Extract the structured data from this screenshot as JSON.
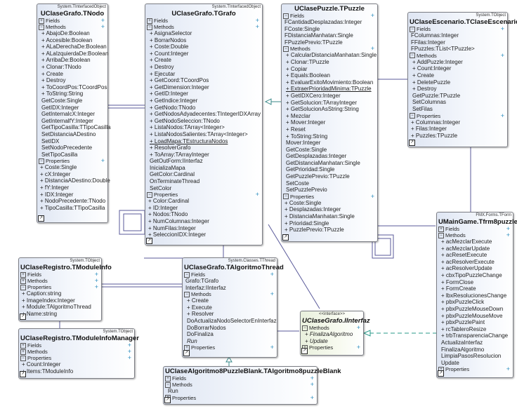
{
  "classes": {
    "tnodo": {
      "stereotype": "System.TInterfacedObject",
      "name": "UClaseGrafo.TNodo",
      "sections": {
        "fields": "Fields",
        "methods": "Methods",
        "properties": "Properties"
      },
      "methods_public": [
        "AbajoDe:Boolean",
        "Accesible:Boolean",
        "ALaDerechaDe:Boolean",
        "ALaIzquierdaDe:Boolean",
        "ArribaDe:Boolean",
        "Clonar:TNodo",
        "Create",
        "Destroy",
        "ToCoordPos:TCoordPos",
        "ToString:String"
      ],
      "methods_private": [
        "GetCoste:Single",
        "GetIDX:Integer",
        "GetInternalcX:Integer",
        "GetInternalfY:Integer",
        "GetTipoCasilla:TTipoCasilla",
        "SetDistanciaADestino",
        "SetIDX",
        "SetNodoPrecedente",
        "SetTipoCasilla"
      ],
      "properties": [
        "Coste:Single",
        "cX:Integer",
        "DistanciaADestino:Double",
        "fY:Integer",
        "IDX:Integer",
        "NodoPrecedente:TNodo",
        "TipoCasilla:TTipoCasilla"
      ]
    },
    "tgrafo": {
      "stereotype": "System.TInterfacedObject",
      "name": "UClaseGrafo.TGrafo",
      "sections": {
        "fields": "Fields",
        "methods": "Methods",
        "properties": "Properties"
      },
      "methods_public": [
        "AsignaSelector",
        "BorrarNodos",
        "Coste:Double",
        "Count:Integer",
        "Create",
        "Destroy",
        "Ejecutar",
        "GetCoord:TCoordPos",
        "GetDimension:Integer",
        "GetID:Integer",
        "GetIndice:Integer",
        "GetNodo:TNodo",
        "GetNodosAdyadecentes:TIntegerIDXArray",
        "GetNodoSeleccion:TNodo",
        "ListaNodos:TArray<Integer>",
        "ListaNodosSalientes:TArray<Integer>"
      ],
      "method_underlined": "LoadMapa:TEstructuraNodos",
      "methods_public2": [
        "ResolverGrafo",
        "ToArray:TArrayInteger"
      ],
      "methods_private": [
        "GetOutForm:IInterfaz",
        "InicializaMapa",
        "GetColor:Cardinal",
        "OnTerminateThread",
        "SetColor"
      ],
      "properties": [
        "Color:Cardinal",
        "ID:Integer",
        "Nodos:TNodo",
        "NumColumnas:Integer",
        "NumFilas:Integer",
        "SeleccionIDX:Integer"
      ]
    },
    "tpuzzle": {
      "name": "UClasePuzzle.TPuzzle",
      "sections": {
        "fields": "Fields",
        "methods": "Methods",
        "properties": "Properties"
      },
      "fields": [
        "FCantidadDesplazadas:Integer",
        "FCoste:Single",
        "FDistanciaManhatan:Single",
        "FPuzzlePrevio:TPuzzle"
      ],
      "methods_public": [
        "CalcularDistanciaManhatan:Single",
        "Clonar:TPuzzle",
        "Copiar",
        "Equals:Boolean",
        "EvaluarExitoMovimiento:Boolean"
      ],
      "method_underlined": "ExtraerPrioridadMinima:TPuzzle",
      "methods_public2": [
        "GetIDXCero:Integer",
        "GetSolucion:TArrayInteger",
        "GetSolucionAsString:String",
        "Mezclar",
        "Mover:Integer",
        "Reset",
        "ToString:String"
      ],
      "methods_private": [
        "Mover:Integer",
        "GetCoste:Single",
        "GetDesplazadas:Integer",
        "GetDistanciaManhatan:Single",
        "GetPrioridad:Single",
        "GetPuzzlePrevio:TPuzzle",
        "SetCoste",
        "SetPuzzlePrevio"
      ],
      "properties": [
        "Coste:Single",
        "Desplazadas:Integer",
        "DistanciaManhatan:Single",
        "Prioridad:Single",
        "PuzzlePrevio:TPuzzle"
      ]
    },
    "tescenario": {
      "stereotype": "System.TObject",
      "name": "UClaseEscenario.TClaseEscenario",
      "sections": {
        "fields": "Fields",
        "methods": "Methods",
        "properties": "Properties"
      },
      "fields": [
        "FColumnas:Integer",
        "FFilas:Integer",
        "FPuzzles:TList<TPuzzle>"
      ],
      "methods_public": [
        "AddPuzzle:Integer",
        "Count:Integer",
        "Create",
        "DeletePuzzle",
        "Destroy"
      ],
      "methods_private": [
        "GetPuzzle:TPuzzle",
        "SetColumnas",
        "SetFilas"
      ],
      "properties": [
        "Columnas:Integer",
        "Filas:Integer",
        "Puzzles:TPuzzle"
      ]
    },
    "tfrm": {
      "stereotype": "FMX.Forms.TForm",
      "name": "UMainGame.Tfrm8puzzle",
      "sections": {
        "fields": "Fields",
        "methods": "Methods",
        "properties": "Properties"
      },
      "methods_public": [
        "acMezclarExecute",
        "acMezclarUpdate",
        "acResetExecute",
        "acResolverExecute",
        "acResolverUpdate",
        "cbxTipoPuzzleChange",
        "FormClose",
        "FormCreate",
        "lbxResolucionesChange",
        "pbxPuzzleClick",
        "pbxPuzzleMouseDown",
        "pbxPuzzleMouseMove",
        "pbxPuzzlePaint",
        "rcTableroResize",
        "trbTransparenciaChange"
      ],
      "methods_private": [
        "ActualizaInterfaz",
        "FinalizaAlgoritmo",
        "LimpiaPasosResolucion",
        "Update"
      ]
    },
    "tmoduleinfo": {
      "stereotype": "System.TObject",
      "name": "UClaseRegistro.TModuleInfo",
      "sections": {
        "fields": "Fields",
        "methods": "Methods",
        "properties": "Properties"
      },
      "properties": [
        "Caption:string",
        "ImageIndex:Integer",
        "Module:TAlgoritmoThread",
        "Name:string"
      ]
    },
    "tmoduleinfomanager": {
      "stereotype": "System.TObject",
      "name": "UClaseRegistro.TModuleInfoManager",
      "sections": {
        "fields": "Fields",
        "methods": "Methods",
        "properties": "Properties"
      },
      "properties": [
        "Count:Integer",
        "Items:TModuleInfo"
      ]
    },
    "talgoritmothread": {
      "stereotype": "System.Classes.TThread",
      "name": "UClaseGrafo.TAlgoritmoThread",
      "sections": {
        "fields": "Fields",
        "methods": "Methods",
        "properties": "Properties"
      },
      "fields": [
        "Grafo:TGrafo",
        "Interfaz:IInterfaz"
      ],
      "methods_public": [
        "Create",
        "Execute",
        "Resolver"
      ],
      "methods_private": [
        "DoActualizaNodoSelectorEnInterfaz",
        "DoBorrarNodos",
        "DoFinaliza"
      ],
      "method_abstract": "Run"
    },
    "iinterfaz": {
      "stereotype": "<<interface>>",
      "name": "UClaseGrafo.IInterfaz",
      "sections": {
        "methods": "Methods",
        "properties": "Properties"
      },
      "methods_public": [
        "FinalizaAlgoritmo",
        "Update"
      ]
    },
    "tblank": {
      "name": "UClaseAlgoritmo8PuzzleBlank.TAlgoritmo8puzzleBlank",
      "sections": {
        "fields": "Fields",
        "methods": "Methods",
        "properties": "Properties"
      },
      "methods_private": [
        "Run"
      ]
    }
  },
  "glyphs": {
    "expanded": "−",
    "collapsed": "+",
    "add": "+",
    "shortcut": "↗"
  },
  "colors": {
    "line": "#5a5a9a",
    "dashed": "#2a9a8a",
    "border": "#7d7f86"
  }
}
